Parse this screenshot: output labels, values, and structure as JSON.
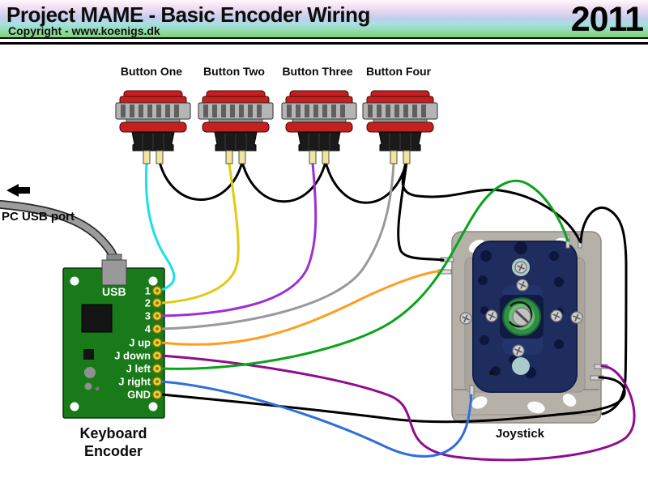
{
  "header": {
    "title": "Project MAME - Basic Encoder Wiring",
    "copyright": "Copyright - www.koenigs.dk",
    "year": "2011"
  },
  "annotations": {
    "pc_usb_port": "PC USB port",
    "usb_label": "USB",
    "encoder_caption_line1": "Keyboard",
    "encoder_caption_line2": "Encoder",
    "joystick_caption": "Joystick"
  },
  "buttons": [
    {
      "label": "Button One",
      "signal_wire_color": "#1bdfe9",
      "encoder_pin": "1"
    },
    {
      "label": "Button Two",
      "signal_wire_color": "#e2ca10",
      "encoder_pin": "2"
    },
    {
      "label": "Button Three",
      "signal_wire_color": "#9b30d9",
      "encoder_pin": "3"
    },
    {
      "label": "Button Four",
      "signal_wire_color": "#9a9a9a",
      "encoder_pin": "4"
    }
  ],
  "encoder": {
    "pins": [
      {
        "label": "1",
        "wire_color": "#1bdfe9"
      },
      {
        "label": "2",
        "wire_color": "#e2ca10"
      },
      {
        "label": "3",
        "wire_color": "#9b30d9"
      },
      {
        "label": "4",
        "wire_color": "#9a9a9a"
      },
      {
        "label": "J up",
        "wire_color": "#ff9d1c"
      },
      {
        "label": "J down",
        "wire_color": "#8e0d8e"
      },
      {
        "label": "J left",
        "wire_color": "#0aa31c"
      },
      {
        "label": "J right",
        "wire_color": "#2e6fdd"
      },
      {
        "label": "GND",
        "wire_color": "#000000"
      }
    ]
  },
  "wires": [
    {
      "name": "ground-loop-1",
      "color": "#000000"
    },
    {
      "name": "ground-loop-2",
      "color": "#000000"
    },
    {
      "name": "ground-loop-3",
      "color": "#000000"
    },
    {
      "name": "ground-button4-left",
      "color": "#000000"
    },
    {
      "name": "ground-button4-topright",
      "color": "#000000"
    },
    {
      "name": "joystick-rightside-link",
      "color": "#000000"
    },
    {
      "name": "ground-encoder",
      "color": "#000000"
    },
    {
      "name": "joystick-down",
      "color": "#8e0d8e"
    },
    {
      "name": "joystick-right",
      "color": "#2e6fdd"
    },
    {
      "name": "joystick-left",
      "color": "#0aa31c"
    },
    {
      "name": "joystick-up",
      "color": "#ff9d1c"
    },
    {
      "name": "button1-signal",
      "color": "#1bdfe9"
    },
    {
      "name": "button2-signal",
      "color": "#e2ca10"
    },
    {
      "name": "button3-signal",
      "color": "#9b30d9"
    },
    {
      "name": "button4-signal",
      "color": "#9a9a9a"
    }
  ],
  "colors": {
    "pcb_green": "#187a18",
    "pad_yellow": "#ecd22b",
    "button_red": "#c42020",
    "usb_cable_gray": "#9c9c9c",
    "joystick_plate": "#b6b1a8",
    "joystick_restrictor_navy": "#1e2c5e"
  }
}
